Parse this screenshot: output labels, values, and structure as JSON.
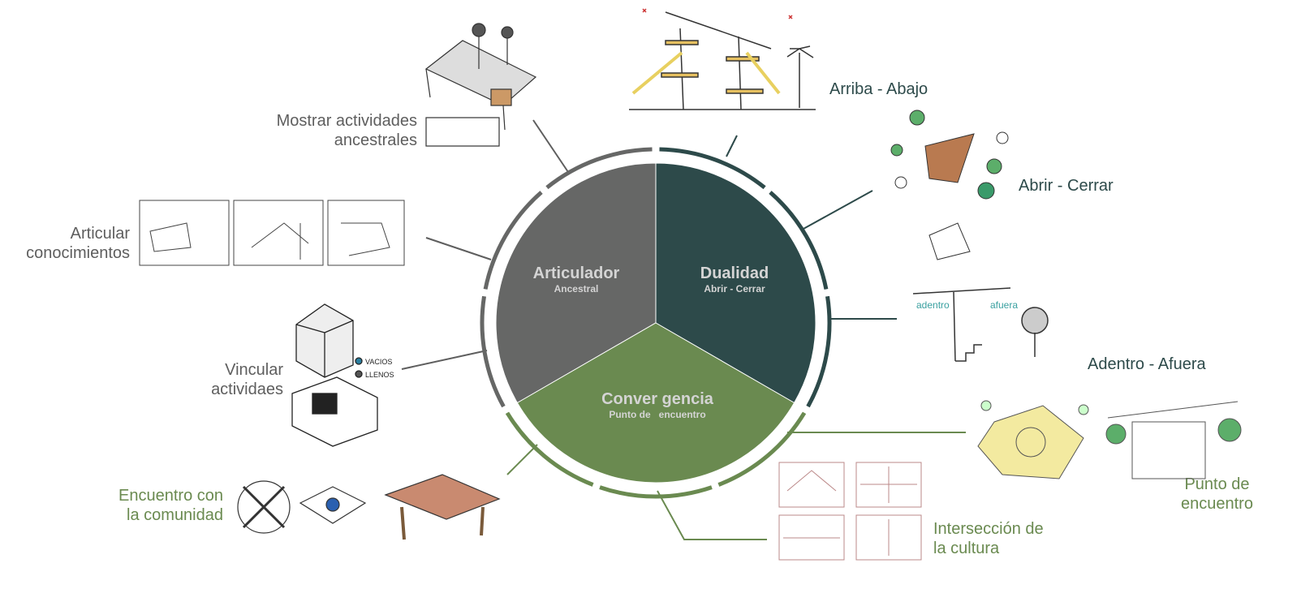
{
  "center": {
    "segments": [
      {
        "title": "Articulador",
        "subtitle": "Ancestral",
        "color": "#666766"
      },
      {
        "title": "Dualidad",
        "subtitle": "Abrir - Cerrar",
        "color": "#2d4a4a"
      },
      {
        "title": "Conver gencia",
        "subtitle": "Punto de   encuentro",
        "color": "#6a8a50"
      }
    ]
  },
  "labels": {
    "mostrar": [
      "Mostrar actividades",
      "ancestrales"
    ],
    "articular": [
      "Articular",
      "conocimientos"
    ],
    "vincular": [
      "Vincular",
      "actividaes"
    ],
    "encuentro": [
      "Encuentro con",
      "la comunidad"
    ],
    "arriba": "Arriba - Abajo",
    "abrir": "Abrir - Cerrar",
    "adentro": "Adentro - Afuera",
    "punto": [
      "Punto de",
      "encuentro"
    ],
    "interseccion": [
      "Intersección de",
      "la cultura"
    ]
  },
  "sketch_text": {
    "vacios": "VACIOS",
    "llenos": "LLENOS",
    "adentro": "adentro",
    "afuera": "afuera"
  }
}
